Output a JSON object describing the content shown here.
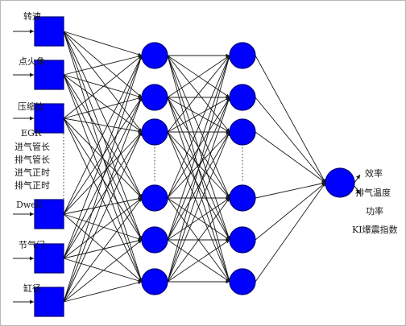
{
  "input_labels": {
    "speed": "转速",
    "ignition_angle": "点火角",
    "compression_ratio": "压缩比",
    "egr": "EGR",
    "intake_pipe_length": "进气管长",
    "exhaust_pipe_length": "排气管长",
    "intake_timing": "进气正时",
    "exhaust_timing": "排气正时",
    "dwell": "Dwell",
    "throttle": "节气门",
    "bore": "缸径"
  },
  "output_labels": {
    "efficiency": "效率",
    "exhaust_temp": "排气温度",
    "power": "功率",
    "ki_knock_index": "KI爆震指数"
  },
  "colors": {
    "node_fill": "#0000ff",
    "node_stroke": "#00007a",
    "edge": "#1a1a1a",
    "dotted": "#555555"
  }
}
